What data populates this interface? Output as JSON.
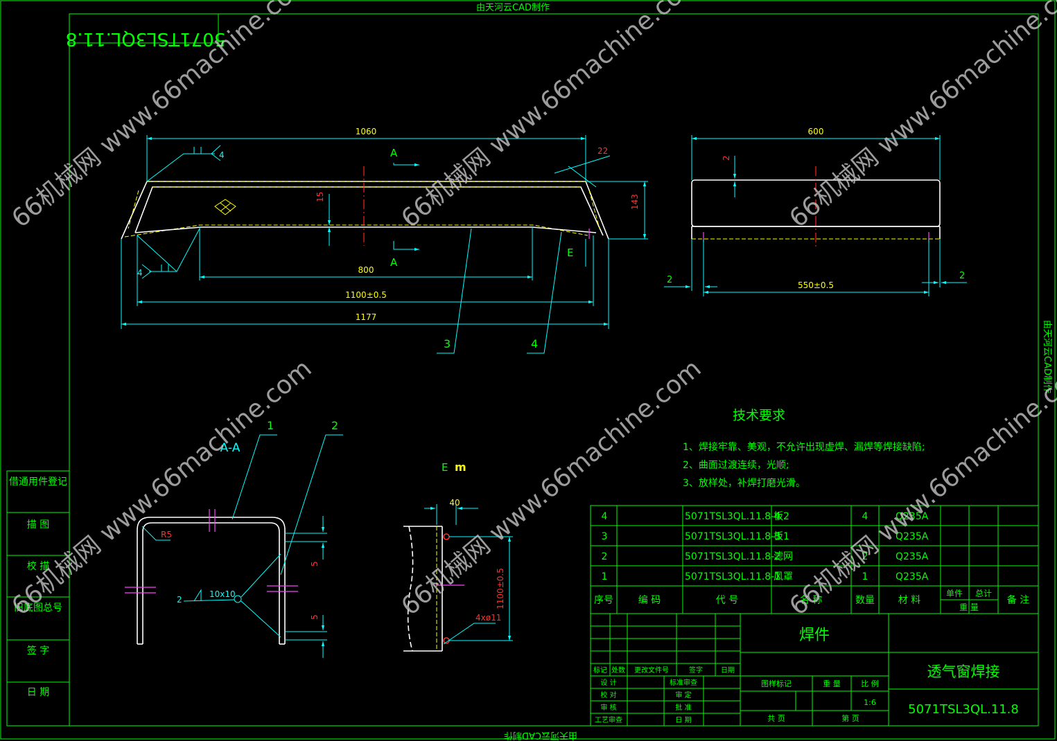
{
  "border_credit": "由天河云CAD制作",
  "drawing_number_box": "5071TSL3QL.11.8",
  "watermark": "66机械网 www.66machine.com",
  "front_view": {
    "dim_top": "1060",
    "dim_angle": "22",
    "dim_inner_height": "15",
    "dim_height": "143",
    "dim_bottom": "800",
    "dim_mid": "1100±0.5",
    "dim_overall": "1177",
    "section_letter": "A",
    "detail_letter": "E",
    "weld_size": "4",
    "balloons": [
      "3",
      "4"
    ]
  },
  "side_view": {
    "dim_top": "600",
    "dim_gap": "2",
    "dim_bottom": "550±0.5",
    "dim_left": "2",
    "dim_right": "2"
  },
  "section_aa": {
    "title": "A-A",
    "radius": "R5",
    "weld": "10x10",
    "weld_ref": "2",
    "dim_top": "5",
    "dim_bottom": "5",
    "balloons": [
      "1",
      "2"
    ]
  },
  "detail_e": {
    "title": "E",
    "scale_mark": "m",
    "dim_width": "40",
    "dim_length": "1100±0.5",
    "holes": "4xø11"
  },
  "tech_requirements": {
    "title": "技术要求",
    "items": [
      "1、焊接牢靠、美观，不允许出现虚焊、漏焊等焊接缺陷;",
      "2、曲面过渡连续，光顺;",
      "3、放样处，补焊打磨光滑。"
    ]
  },
  "left_sidebar": [
    "借通用件登记",
    "描 图",
    "校 描",
    "旧底图总号",
    "签 字",
    "日 期"
  ],
  "bom": {
    "headers": [
      "序号",
      "编 码",
      "代 号",
      "名 称",
      "数量",
      "材 料",
      "单件",
      "总计",
      "重 量",
      "备 注"
    ],
    "rows": [
      {
        "no": "4",
        "code": "",
        "part_no": "5071TSL3QL.11.8-4",
        "name": "板2",
        "qty": "4",
        "material": "Q235A"
      },
      {
        "no": "3",
        "code": "",
        "part_no": "5071TSL3QL.11.8-3",
        "name": "板1",
        "qty": "",
        "material": "Q235A"
      },
      {
        "no": "2",
        "code": "",
        "part_no": "5071TSL3QL.11.8-2",
        "name": "滤网",
        "qty": "2",
        "material": "Q235A"
      },
      {
        "no": "1",
        "code": "",
        "part_no": "5071TSL3QL.11.8-1",
        "name": "风罩",
        "qty": "1",
        "material": "Q235A"
      }
    ]
  },
  "title_block": {
    "material_label": "焊件",
    "drawing_title": "透气窗焊接",
    "drawing_number": "5071TSL3QL.11.8",
    "scale": "1:6",
    "rev_labels": [
      "标记",
      "处数",
      "更改文件号",
      "签字",
      "日期"
    ],
    "sign_labels": [
      "设 计",
      "校 对",
      "审 核",
      "工艺审查"
    ],
    "approve_labels": [
      "标准审查",
      "审 定",
      "批 准",
      "日 期"
    ],
    "stage_label": "图样标记",
    "weight_label": "重 量",
    "scale_label": "比 例",
    "sheet_total": "共 页",
    "sheet_no": "第 页"
  }
}
